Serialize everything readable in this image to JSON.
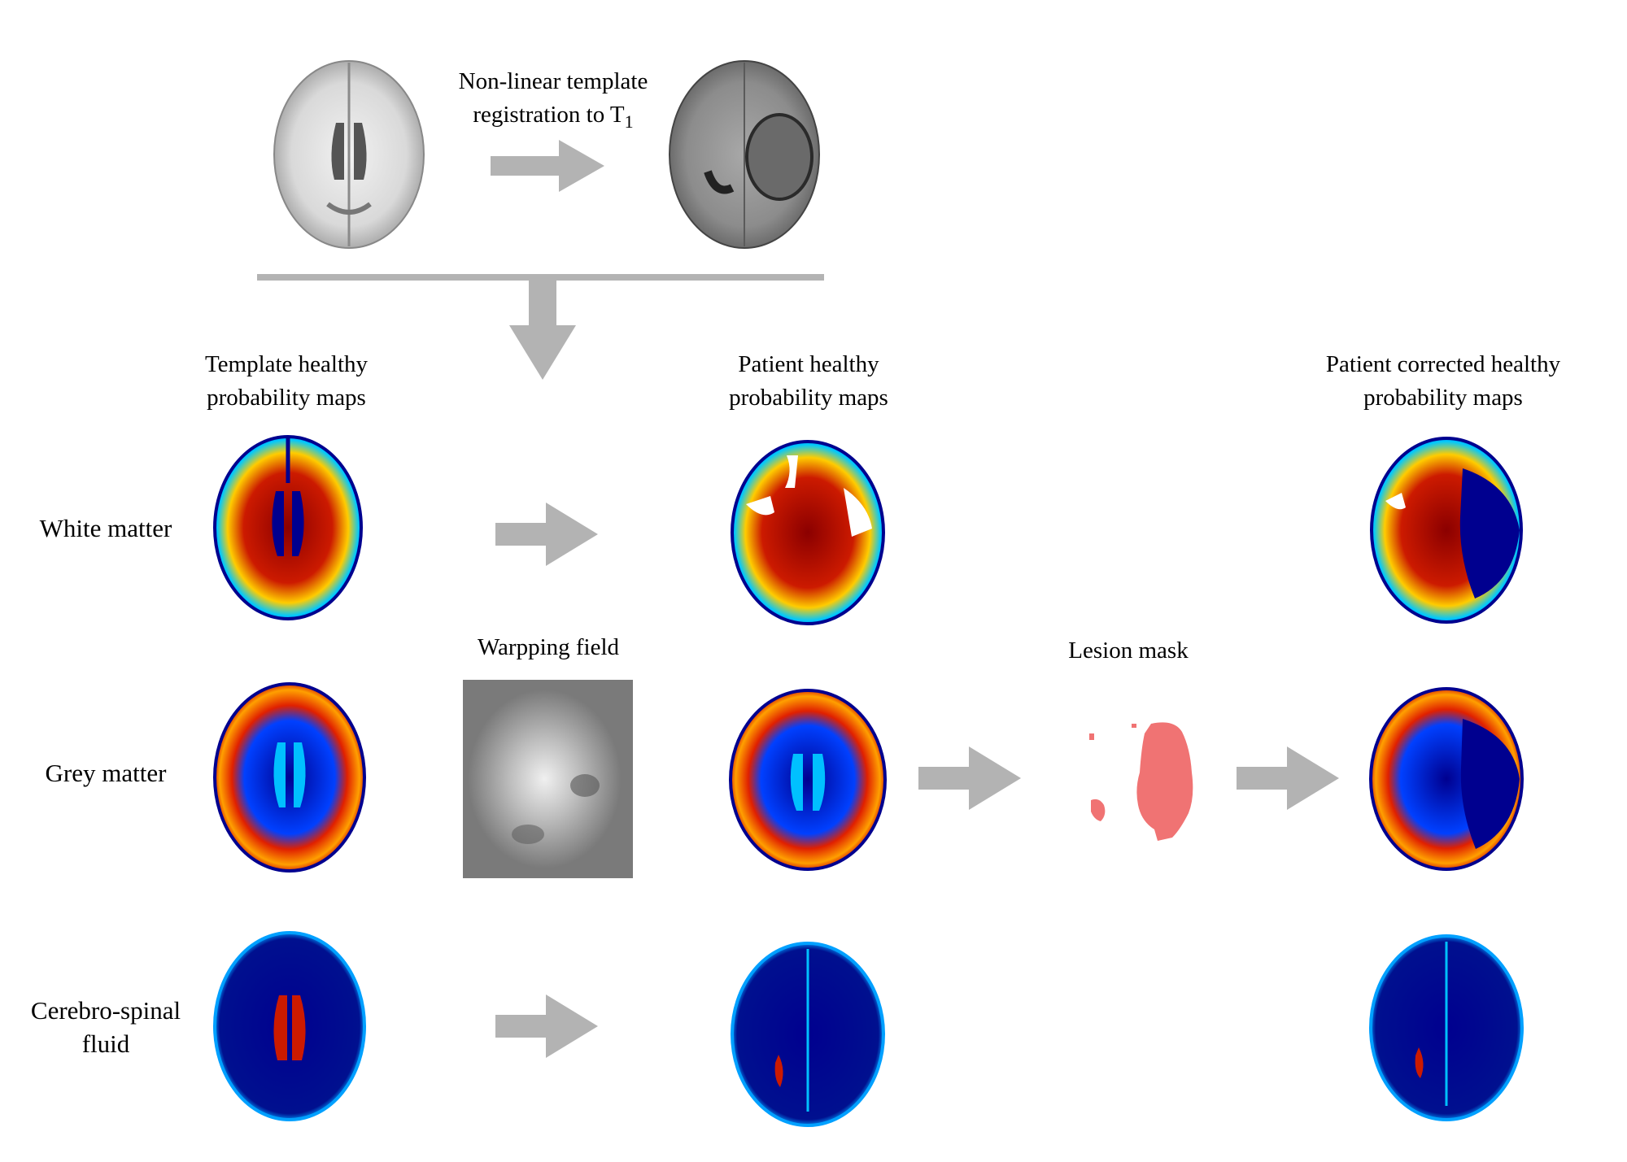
{
  "top": {
    "registration_line1": "Non-linear  template",
    "registration_line2": "registration to T",
    "registration_sub": "1"
  },
  "columns": {
    "template": {
      "line1": "Template healthy",
      "line2": "probability maps"
    },
    "patient": {
      "line1": "Patient healthy",
      "line2": "probability maps"
    },
    "corrected": {
      "line1": "Patient corrected healthy",
      "line2": "probability maps"
    }
  },
  "rows": {
    "white_matter": "White matter",
    "grey_matter": "Grey matter",
    "csf_line1": "Cerebro-spinal",
    "csf_line2": "fluid"
  },
  "middle": {
    "warping_field": "Warpping field",
    "lesion_mask": "Lesion mask"
  },
  "colors": {
    "arrow": "#b3b3b3",
    "lesion": "#f07373",
    "map_low": "#00008f",
    "map_high": "#8b0000",
    "warp_bg": "#7a7a7a"
  }
}
